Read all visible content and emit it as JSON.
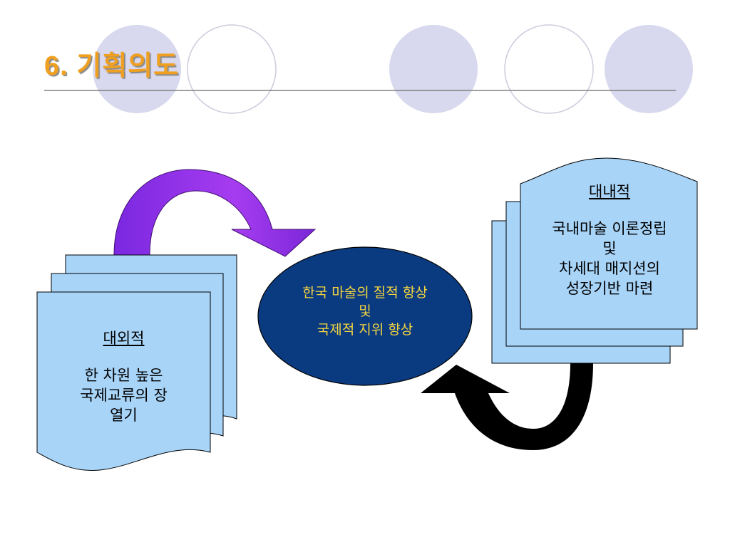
{
  "slide": {
    "title": "6. 기획의도"
  },
  "left_doc": {
    "heading": "대외적",
    "lines": [
      "한 차원 높은",
      "국제교류의 장",
      "열기"
    ]
  },
  "right_doc": {
    "heading": "대내적",
    "lines": [
      "국내마술 이론정립",
      "및",
      "차세대 매지션의",
      "성장기반 마련"
    ]
  },
  "center": {
    "lines": [
      "한국 마술의 질적 향상",
      "및",
      "국제적 지위 향상"
    ]
  },
  "colors": {
    "title": "#f0a020",
    "deco_circle": "#d8d8ee",
    "doc_fill": "#a8d4f8",
    "center_fill": "#0a3a80",
    "center_text": "#f5d540",
    "arrow_purple": "#9a30e8",
    "arrow_black": "#000000"
  }
}
